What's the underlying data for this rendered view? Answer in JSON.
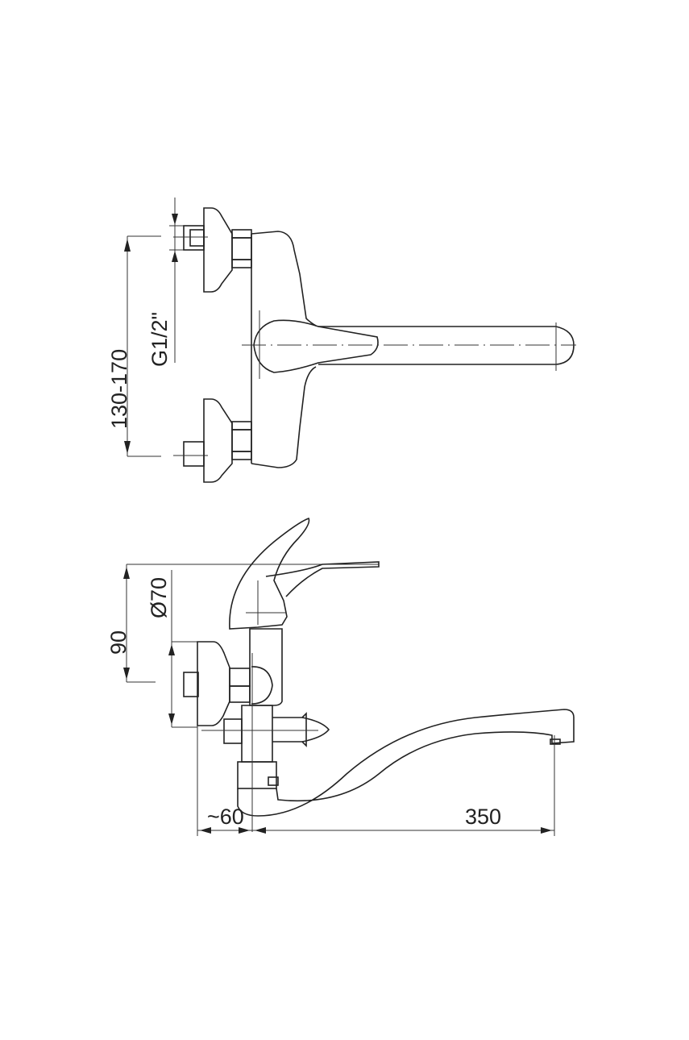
{
  "drawing": {
    "top_view": {
      "dim_connection_spacing": "130-170",
      "dim_thread": "G1/2\""
    },
    "side_view": {
      "dim_height": "90",
      "dim_plate_diameter": "Ø70",
      "dim_wall_offset": "~60",
      "dim_spout_reach": "350"
    },
    "line_color": "#222222"
  }
}
